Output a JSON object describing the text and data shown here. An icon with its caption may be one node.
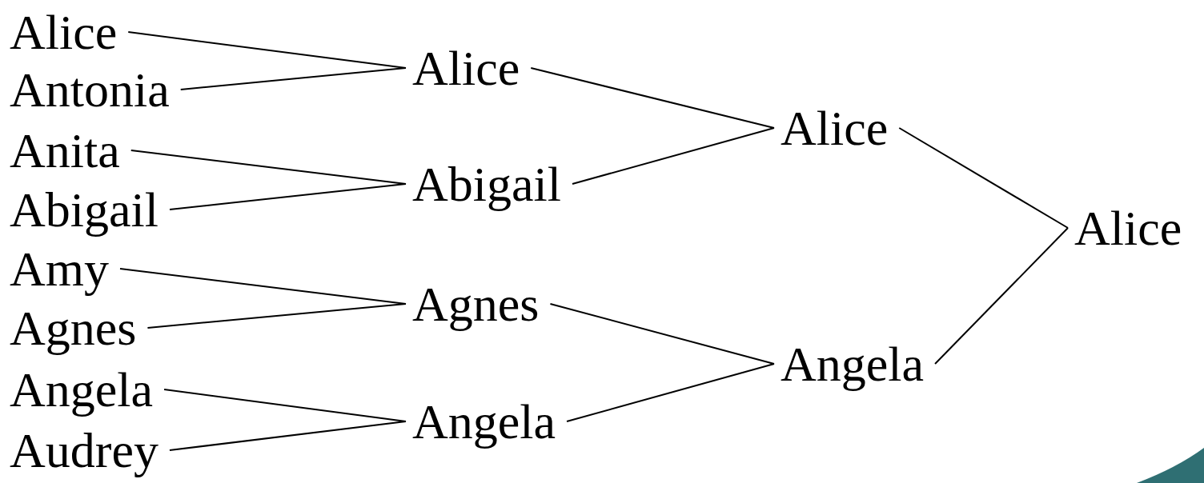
{
  "diagram": {
    "nodes": [
      {
        "text": [
          "Alice"
        ]
      },
      {
        "text": [
          "Antonia"
        ]
      },
      {
        "text": [
          "Anita"
        ]
      },
      {
        "text": [
          "Abigail"
        ]
      },
      {
        "text": [
          "Amy"
        ]
      },
      {
        "text": [
          "Agnes"
        ]
      },
      {
        "text": [
          "Angela"
        ]
      },
      {
        "text": [
          "Audrey"
        ]
      },
      {
        "text": [
          "Alice"
        ]
      },
      {
        "text": [
          "Abigail"
        ]
      },
      {
        "text": [
          "Agnes"
        ]
      },
      {
        "text": [
          "Angela"
        ]
      },
      {
        "text": [
          "Alice"
        ]
      },
      {
        "text": [
          "Angela"
        ]
      },
      {
        "text": [
          "Alice"
        ]
      }
    ],
    "edges": [
      {
        "from": 0,
        "to": 8,
        "arrow": "none"
      },
      {
        "from": 1,
        "to": 8,
        "arrow": "none"
      },
      {
        "from": 2,
        "to": 9,
        "arrow": "none"
      },
      {
        "from": 3,
        "to": 9,
        "arrow": "none"
      },
      {
        "from": 4,
        "to": 10,
        "arrow": "none"
      },
      {
        "from": 5,
        "to": 10,
        "arrow": "none"
      },
      {
        "from": 6,
        "to": 11,
        "arrow": "none"
      },
      {
        "from": 7,
        "to": 11,
        "arrow": "none"
      },
      {
        "from": 8,
        "to": 12,
        "arrow": "none"
      },
      {
        "from": 9,
        "to": 12,
        "arrow": "none"
      },
      {
        "from": 10,
        "to": 13,
        "arrow": "none"
      },
      {
        "from": 11,
        "to": 13,
        "arrow": "none"
      },
      {
        "from": 12,
        "to": 14,
        "arrow": "none"
      },
      {
        "from": 13,
        "to": 14,
        "arrow": "none"
      }
    ]
  }
}
